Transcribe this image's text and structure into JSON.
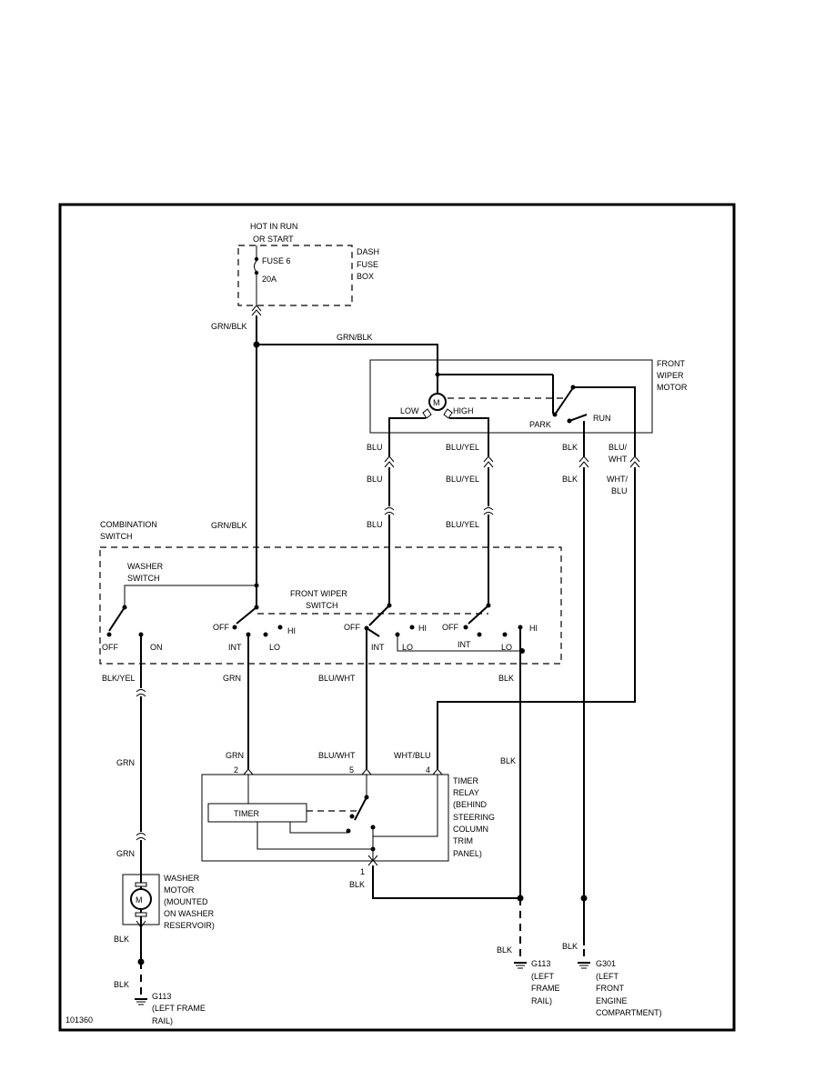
{
  "diagram_id": "101360",
  "power": {
    "line1": "HOT IN RUN",
    "line2": "OR START"
  },
  "fuse": {
    "name": "FUSE 6",
    "rating": "20A"
  },
  "fuse_box": {
    "line1": "DASH",
    "line2": "FUSE",
    "line3": "BOX"
  },
  "wires": {
    "grn_blk": "GRN/BLK",
    "blu": "BLU",
    "blu_yel": "BLU/YEL",
    "blk": "BLK",
    "blu_wht_1": "BLU/",
    "blu_wht_2": "WHT",
    "wht_blu_1": "WHT/",
    "wht_blu_2": "BLU",
    "blk_yel": "BLK/YEL",
    "grn": "GRN",
    "blu_wht": "BLU/WHT",
    "wht_blu": "WHT/BLU"
  },
  "front_wiper_motor": {
    "line1": "FRONT",
    "line2": "WIPER",
    "line3": "MOTOR",
    "motor": "M",
    "low": "LOW",
    "high": "HIGH",
    "park": "PARK",
    "run": "RUN"
  },
  "combination_switch": {
    "line1": "COMBINATION",
    "line2": "SWITCH"
  },
  "washer_switch": {
    "line1": "WASHER",
    "line2": "SWITCH",
    "off": "OFF",
    "on": "ON"
  },
  "front_wiper_switch": {
    "line1": "FRONT WIPER",
    "line2": "SWITCH",
    "off": "OFF",
    "hi": "HI",
    "int": "INT",
    "lo": "LO"
  },
  "timer_relay": {
    "box_label": "TIMER",
    "pin2": "2",
    "pin5": "5",
    "pin4": "4",
    "pin1": "1",
    "line1": "TIMER",
    "line2": "RELAY",
    "line3": "(BEHIND",
    "line4": "STEERING",
    "line5": "COLUMN",
    "line6": "TRIM",
    "line7": "PANEL)"
  },
  "washer_motor": {
    "motor": "M",
    "line1": "WASHER",
    "line2": "MOTOR",
    "line3": "(MOUNTED",
    "line4": "ON WASHER",
    "line5": "RESERVOIR)"
  },
  "ground_g113_left": {
    "id": "G113",
    "line1": "(LEFT FRAME",
    "line2": "RAIL)"
  },
  "ground_g113_right": {
    "id": "G113",
    "line1": "(LEFT",
    "line2": "FRAME",
    "line3": "RAIL)"
  },
  "ground_g301": {
    "id": "G301",
    "line1": "(LEFT",
    "line2": "FRONT",
    "line3": "ENGINE",
    "line4": "COMPARTMENT)"
  }
}
